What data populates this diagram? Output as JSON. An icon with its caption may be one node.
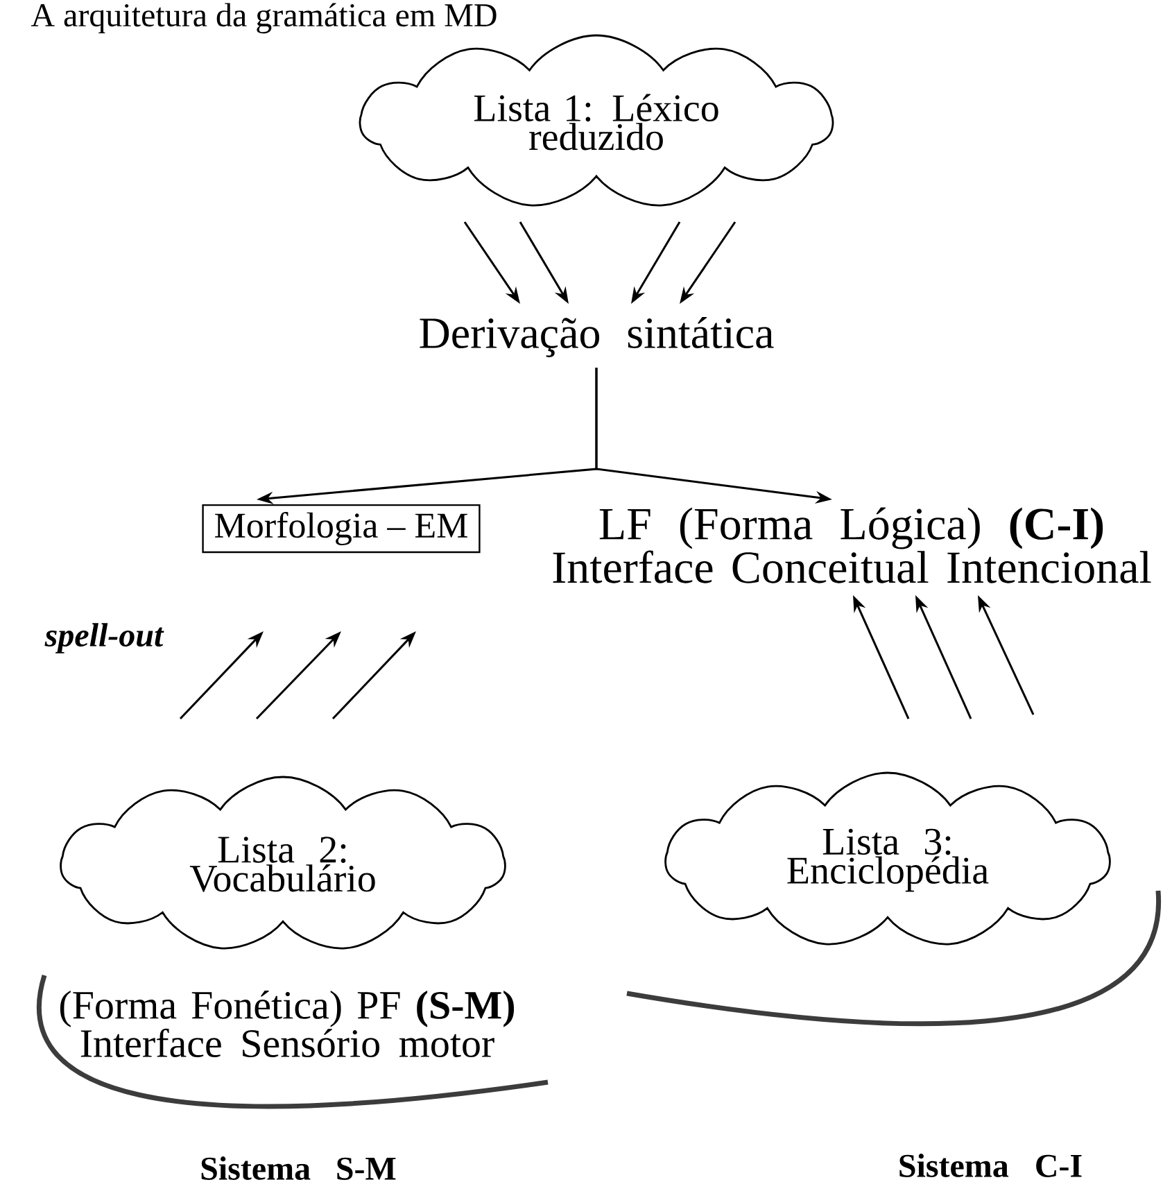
{
  "diagram": {
    "title": "A arquitetura da gramática em MD",
    "nodes": [
      {
        "text": [
          "Lista 1: Léxico reduzido"
        ]
      },
      {
        "text": [
          "Derivação sintática"
        ]
      },
      {
        "text": [
          "Morfologia – EM"
        ]
      },
      {
        "text": [
          "LF (Forma Lógica) **(C-I)** Interface Conceitual Intencional"
        ]
      },
      {
        "text": [
          "Lista 2: Vocabulário"
        ]
      },
      {
        "text": [
          "Lista 3: Enciclopédia"
        ]
      }
    ],
    "edges": [
      {
        "from": 0,
        "to": 1,
        "arrow": "to"
      },
      {
        "from": 0,
        "to": 1,
        "arrow": "to"
      },
      {
        "from": 0,
        "to": 1,
        "arrow": "to"
      },
      {
        "from": 0,
        "to": 1,
        "arrow": "to"
      },
      {
        "from": 1,
        "to": 2,
        "arrow": "to"
      },
      {
        "from": 1,
        "to": 3,
        "arrow": "to"
      },
      {
        "from": 4,
        "to": 2,
        "arrow": "to",
        "label": "spell-out"
      },
      {
        "from": 4,
        "to": 2,
        "arrow": "to"
      },
      {
        "from": 4,
        "to": 2,
        "arrow": "to"
      },
      {
        "from": 5,
        "to": 3,
        "arrow": "to"
      },
      {
        "from": 5,
        "to": 3,
        "arrow": "to"
      },
      {
        "from": 5,
        "to": 3,
        "arrow": "to"
      }
    ],
    "labels": [
      "(Forma Fonética) PF **(S-M)** Interface Sensório motor",
      "Sistema S-M",
      "Sistema C-I"
    ]
  }
}
